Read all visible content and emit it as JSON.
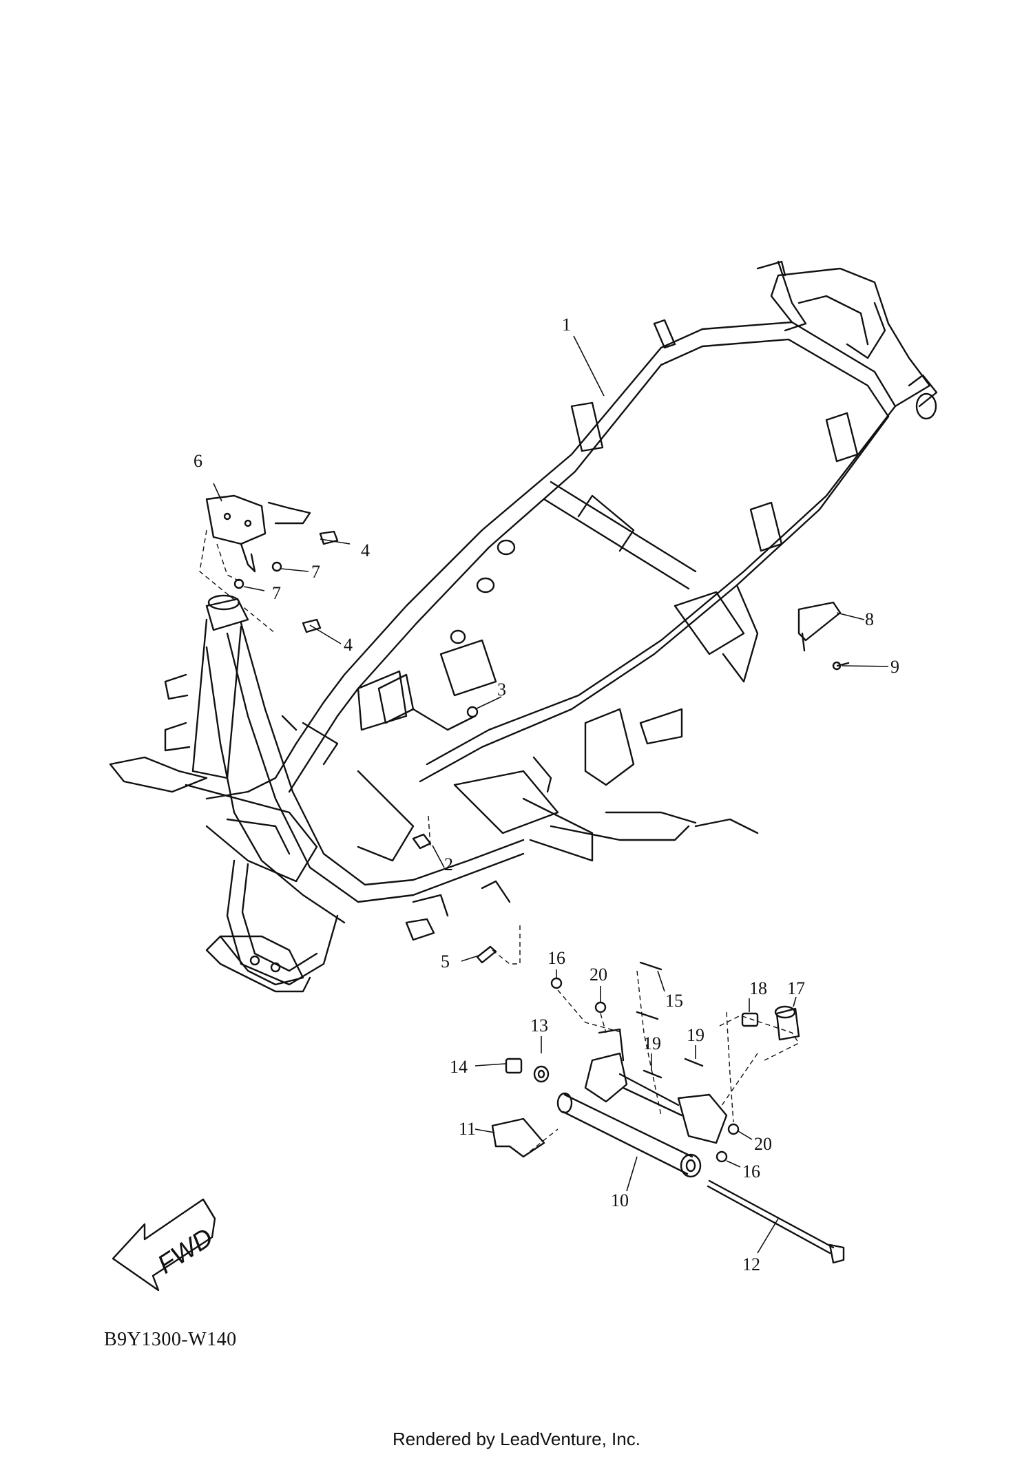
{
  "diagram": {
    "part_callouts": [
      {
        "id": "1",
        "label": "1"
      },
      {
        "id": "2",
        "label": "2"
      },
      {
        "id": "3",
        "label": "3"
      },
      {
        "id": "4a",
        "label": "4"
      },
      {
        "id": "4b",
        "label": "4"
      },
      {
        "id": "5",
        "label": "5"
      },
      {
        "id": "6",
        "label": "6"
      },
      {
        "id": "7a",
        "label": "7"
      },
      {
        "id": "7b",
        "label": "7"
      },
      {
        "id": "8",
        "label": "8"
      },
      {
        "id": "9",
        "label": "9"
      },
      {
        "id": "10",
        "label": "10"
      },
      {
        "id": "11",
        "label": "11"
      },
      {
        "id": "12",
        "label": "12"
      },
      {
        "id": "13",
        "label": "13"
      },
      {
        "id": "14",
        "label": "14"
      },
      {
        "id": "15",
        "label": "15"
      },
      {
        "id": "16a",
        "label": "16"
      },
      {
        "id": "16b",
        "label": "16"
      },
      {
        "id": "17",
        "label": "17"
      },
      {
        "id": "18",
        "label": "18"
      },
      {
        "id": "19a",
        "label": "19"
      },
      {
        "id": "19b",
        "label": "19"
      },
      {
        "id": "20a",
        "label": "20"
      },
      {
        "id": "20b",
        "label": "20"
      }
    ],
    "direction_arrow_label": "FWD",
    "diagram_code": "B9Y1300-W140",
    "footer_credit": "Rendered by LeadVenture, Inc."
  }
}
